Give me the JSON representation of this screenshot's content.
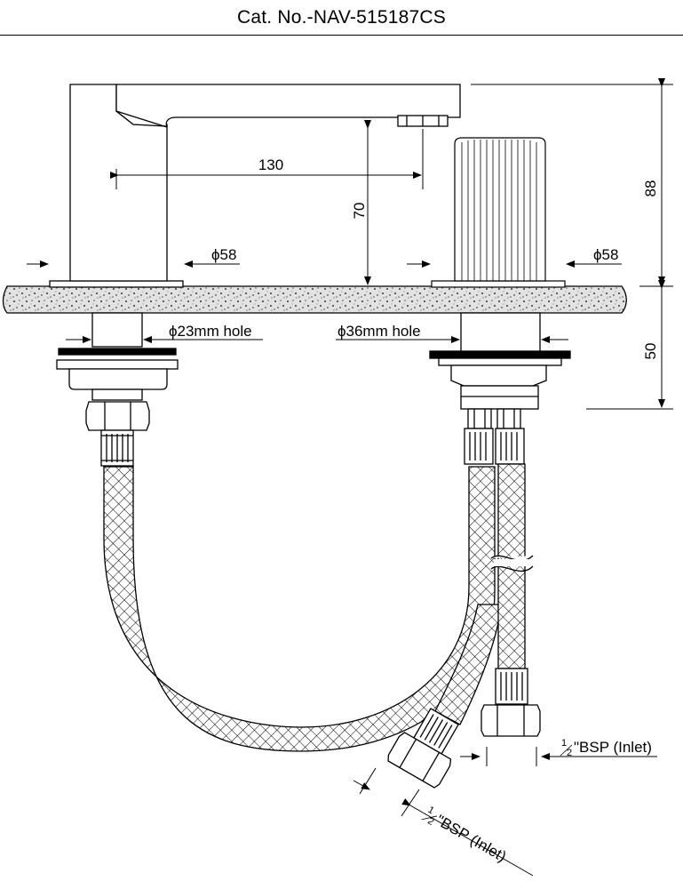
{
  "title": "Cat. No.-NAV-515187CS",
  "dimensions": {
    "spout_reach": "130",
    "spout_height": "70",
    "total_height": "88",
    "below_counter": "50",
    "spout_base_diameter": "ϕ58",
    "handle_base_diameter": "ϕ58",
    "spout_hole": "ϕ23mm hole",
    "handle_hole": "ϕ36mm hole"
  },
  "inlet_labels": {
    "right": {
      "fraction_num": "1",
      "fraction_den": "2",
      "text": "\"BSP (Inlet)"
    },
    "diagonal": {
      "fraction_num": "1",
      "fraction_den": "2",
      "text": "\"BSP (Inlet)"
    }
  }
}
